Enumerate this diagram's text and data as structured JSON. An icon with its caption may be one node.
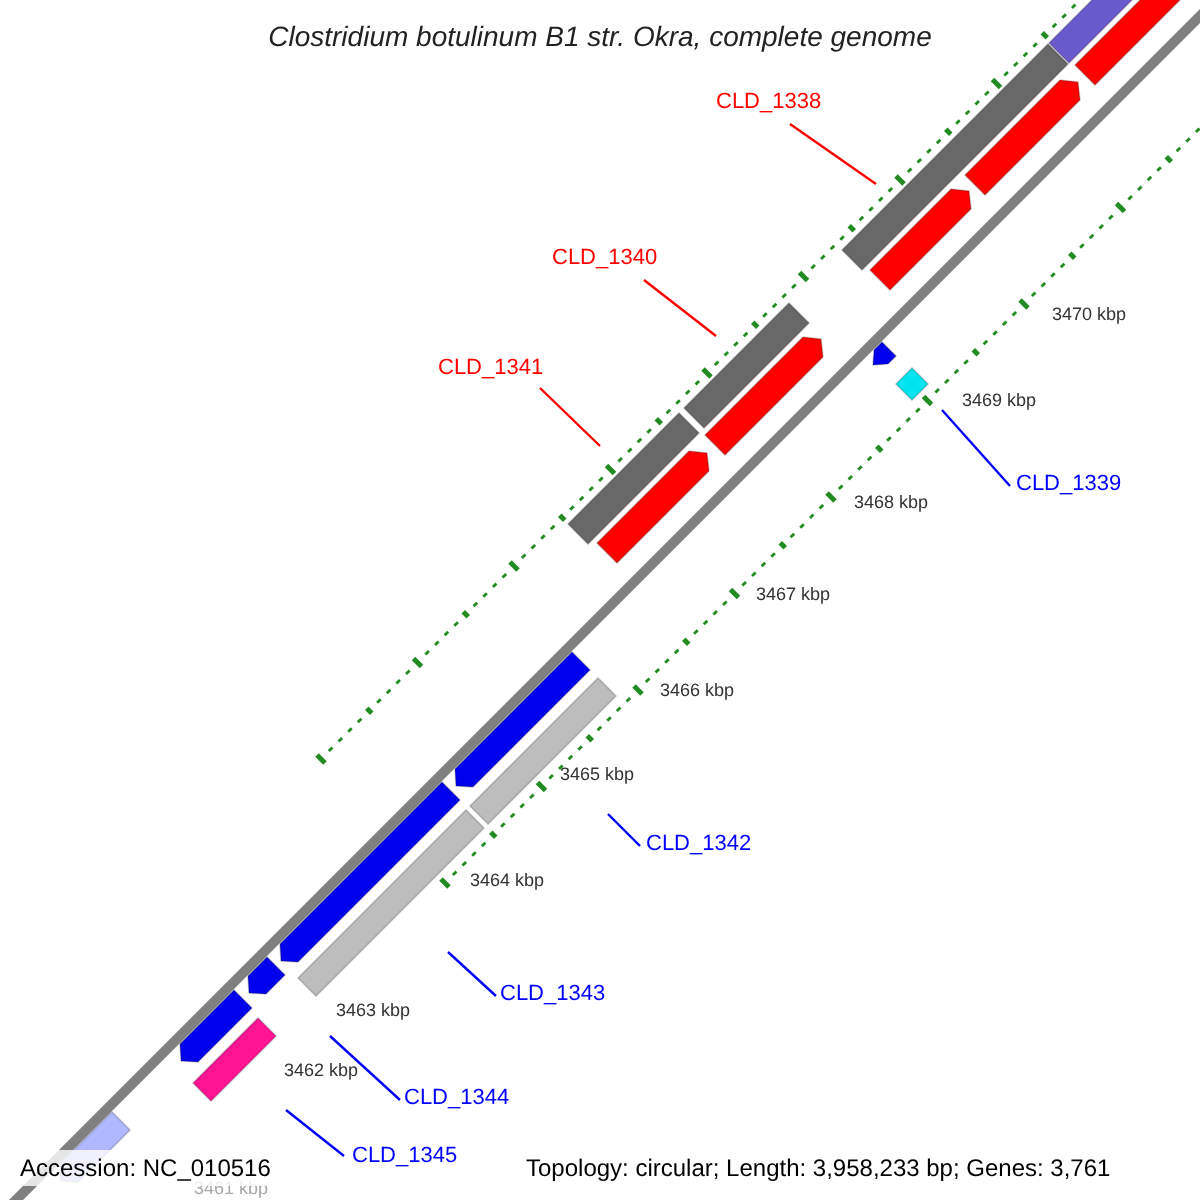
{
  "diagram": {
    "title": "Clostridium botulinum B1 str. Okra, complete genome",
    "nodes": [
      {
        "text": [
          "CLD_1338"
        ]
      },
      {
        "text": [
          "CLD_1340"
        ]
      },
      {
        "text": [
          "CLD_1341"
        ]
      },
      {
        "text": [
          "CLD_1339"
        ]
      },
      {
        "text": [
          "CLD_1342"
        ]
      },
      {
        "text": [
          "CLD_1343"
        ]
      },
      {
        "text": [
          "CLD_1344"
        ]
      },
      {
        "text": [
          "CLD_1345"
        ]
      }
    ],
    "edges": [
      {
        "from": 0,
        "to": null,
        "arrow": "none",
        "color": "#ff0000"
      },
      {
        "from": 1,
        "to": null,
        "arrow": "none",
        "color": "#ff0000"
      },
      {
        "from": 2,
        "to": null,
        "arrow": "none",
        "color": "#ff0000"
      },
      {
        "from": 3,
        "to": null,
        "arrow": "none",
        "color": "#0000ff"
      },
      {
        "from": 4,
        "to": null,
        "arrow": "none",
        "color": "#0000ff"
      },
      {
        "from": 5,
        "to": null,
        "arrow": "none",
        "color": "#0000ff"
      },
      {
        "from": 6,
        "to": null,
        "arrow": "none",
        "color": "#0000ff"
      },
      {
        "from": 7,
        "to": null,
        "arrow": "none",
        "color": "#0000ff"
      }
    ],
    "labels": [
      "3470 kbp",
      "3469 kbp",
      "3468 kbp",
      "3467 kbp",
      "3466 kbp",
      "3465 kbp",
      "3464 kbp",
      "3463 kbp",
      "3462 kbp",
      "3461 kbp",
      "Accession: NC_010516",
      "Topology: circular; Length: 3,958,233 bp; Genes: 3,761"
    ]
  }
}
